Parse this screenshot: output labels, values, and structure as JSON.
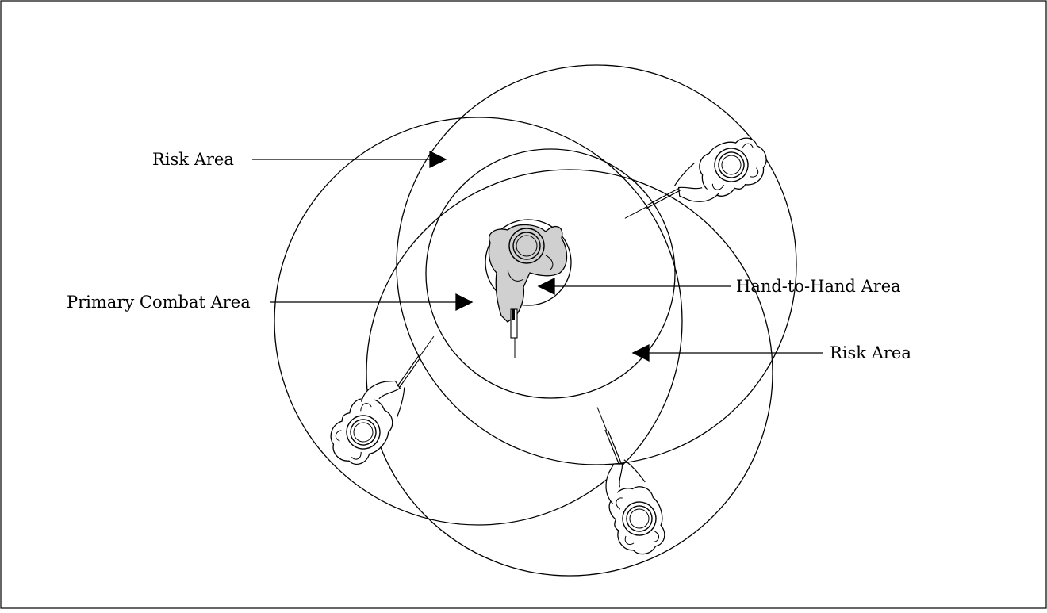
{
  "labels": {
    "risk_area_top": "Risk Area",
    "primary_combat_area": "Primary Combat Area",
    "hand_to_hand_area": "Hand-to-Hand Area",
    "risk_area_right": "Risk Area"
  },
  "figures": [
    {
      "name": "center-soldier",
      "shaded": true
    },
    {
      "name": "upper-right-soldier",
      "shaded": false
    },
    {
      "name": "lower-left-soldier",
      "shaded": false
    },
    {
      "name": "lower-right-soldier",
      "shaded": false
    }
  ],
  "colors": {
    "line": "#000000",
    "shade": "#d0d0d0",
    "background": "#ffffff"
  }
}
